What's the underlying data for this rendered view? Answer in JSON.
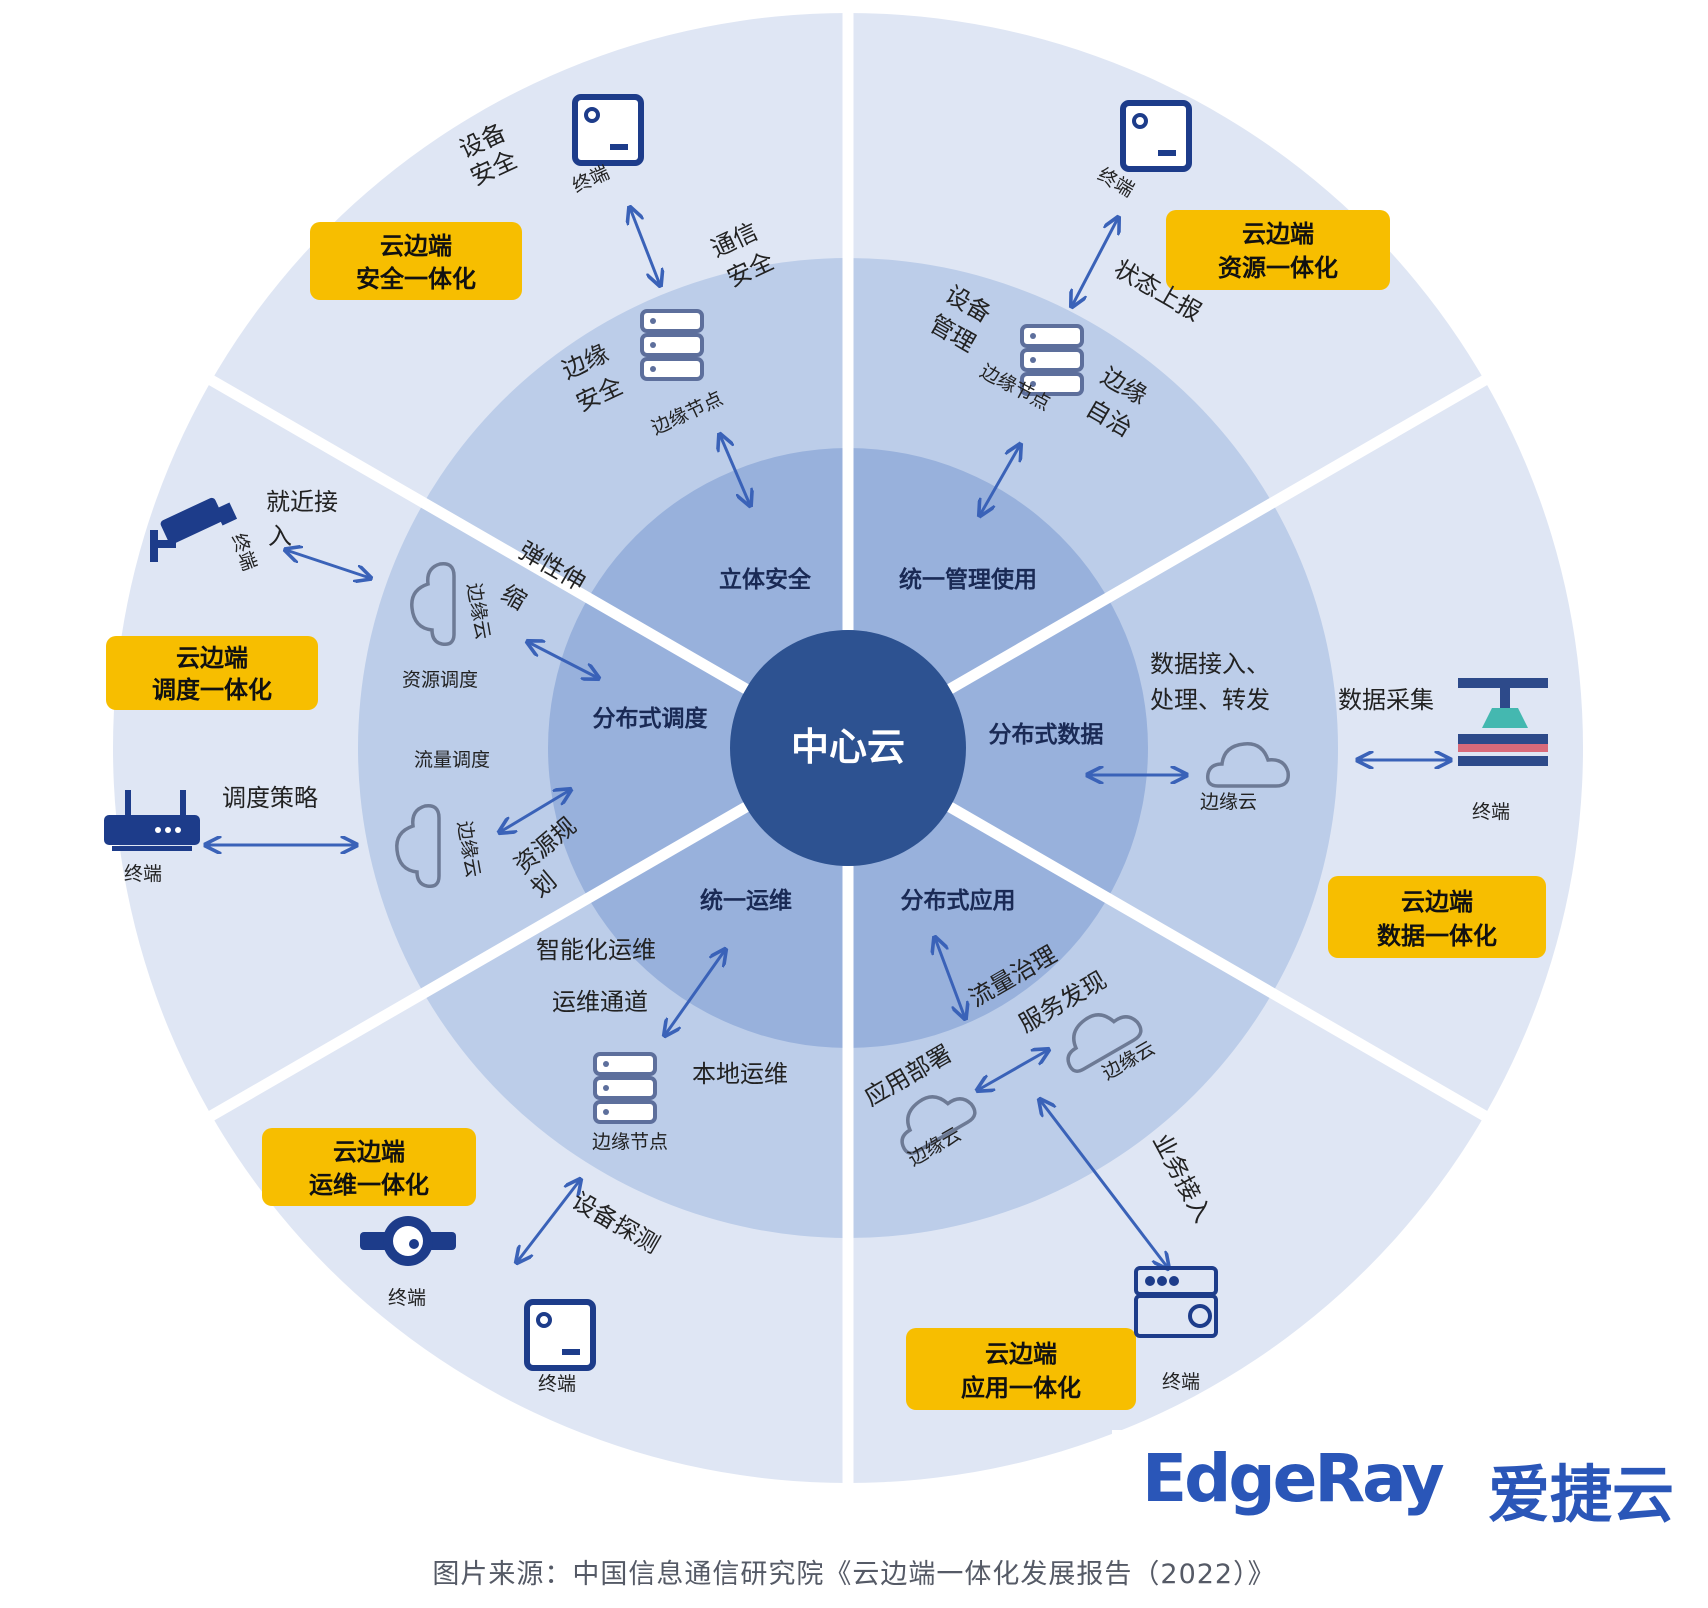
{
  "center": "中心云",
  "inner_ring": {
    "security": "立体安全",
    "management": "统一管理使用",
    "data": "分布式数据",
    "application": "分布式应用",
    "operations": "统一运维",
    "scheduling": "分布式调度"
  },
  "badges": {
    "security": [
      "云边端",
      "安全一体化"
    ],
    "resource": [
      "云边端",
      "资源一体化"
    ],
    "data": [
      "云边端",
      "数据一体化"
    ],
    "application": [
      "云边端",
      "应用一体化"
    ],
    "operations": [
      "云边端",
      "运维一体化"
    ],
    "scheduling": [
      "云边端",
      "调度一体化"
    ]
  },
  "labels": {
    "terminal": "终端",
    "edge_node": "边缘节点",
    "edge_cloud": "边缘云",
    "device_security": [
      "设备",
      "安全"
    ],
    "comm_security": [
      "通信",
      "安全"
    ],
    "edge_security": [
      "边缘",
      "安全"
    ],
    "status_report": "状态上报",
    "device_mgmt": [
      "设备",
      "管理"
    ],
    "edge_autonomy": [
      "边缘",
      "自治"
    ],
    "data_ingest": [
      "数据接入、",
      "处理、转发"
    ],
    "data_collect": "数据采集",
    "traffic_gov": "流量治理",
    "service_disc": "服务发现",
    "app_deploy": "应用部署",
    "biz_access": "业务接入",
    "smart_ops": "智能化运维",
    "ops_channel": "运维通道",
    "local_ops": "本地运维",
    "device_probe": "设备探测",
    "nearby_access": [
      "就近接",
      "入"
    ],
    "elastic": [
      "弹性伸",
      "缩"
    ],
    "resource_sched": "资源调度",
    "traffic_sched": "流量调度",
    "resource_plan": [
      "资源规",
      "划"
    ],
    "sched_policy": "调度策略"
  },
  "logo": {
    "latin": "EdgeRay",
    "cjk": "爱捷云"
  },
  "caption": "图片来源：中国信息通信研究院《云边端一体化发展报告（2022）》",
  "colors": {
    "outer_ring": "#dfe6f4",
    "middle_ring": "#bccde9",
    "inner_ring": "#98b1dc",
    "center": "#2d5291",
    "badge": "#f7be00",
    "icon": "#1d3c8a",
    "arrow": "#3a62b8"
  }
}
